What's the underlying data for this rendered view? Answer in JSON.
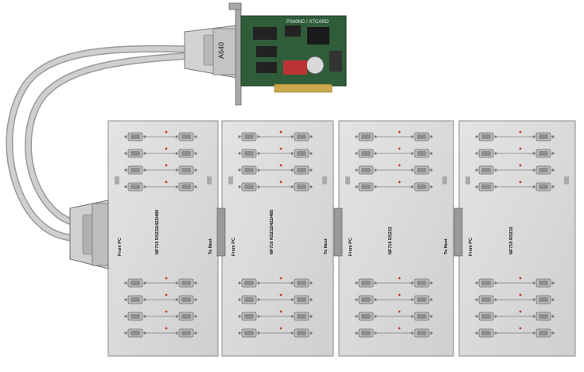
{
  "card": {
    "label": "PS40NC / XTCARD",
    "cable_plug_text": "A640"
  },
  "panel": {
    "count": 4,
    "from_pc_label": "From PC",
    "to_next_label": "To Next",
    "model_text": "NF716 RS232/422/485",
    "model_text_alt": "NF716 RS232",
    "panel_labels": [
      "NF716 RS232/422/485",
      "NF716 RS232/422/485",
      "NF716 RS232",
      "NF716 RS232"
    ]
  },
  "colors": {
    "panel": "#d9d9d9",
    "cable": "#c8c8c8",
    "pcb": "#2f5d3a",
    "bracket": "#9a9a9a"
  }
}
